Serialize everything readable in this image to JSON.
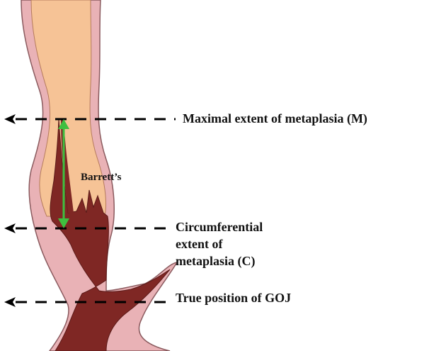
{
  "labels": {
    "maximal": "Maximal extent of metaplasia (M)",
    "circumferential_line1": "Circumferential",
    "circumferential_line2": "extent of",
    "circumferential_line3": "metaplasia (C)",
    "goj": "True position of GOJ",
    "barretts": "Barrett’s"
  },
  "colors": {
    "wall": "#e9b2b6",
    "wall_outline": "#8a5a5e",
    "squamous_lumen": "#f6c396",
    "columnar_mucosa": "#7f2724",
    "measure_arrow": "#3fbf3f",
    "guide_lines": "#000000"
  }
}
